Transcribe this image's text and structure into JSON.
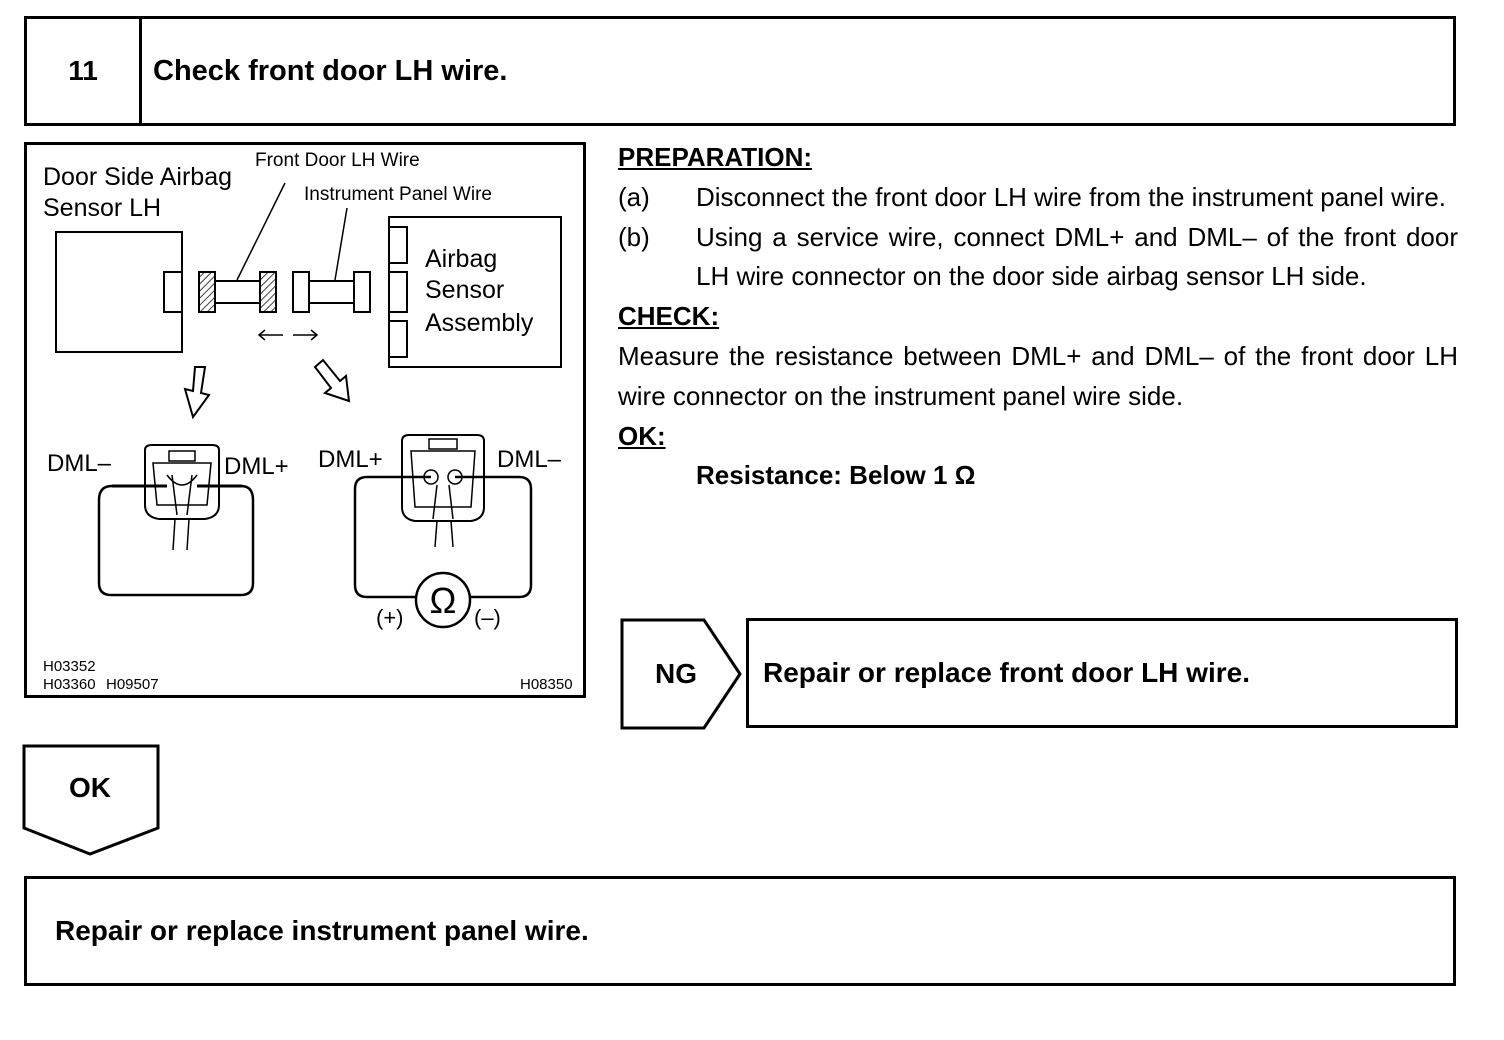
{
  "step": {
    "number": "11",
    "title": "Check front door LH wire."
  },
  "diagram": {
    "labels": {
      "sensor_left_line1": "Door Side Airbag",
      "sensor_left_line2": "Sensor LH",
      "front_door_wire": "Front Door LH Wire",
      "instrument_panel_wire": "Instrument Panel Wire",
      "assembly_line1": "Airbag",
      "assembly_line2": "Sensor",
      "assembly_line3": "Assembly",
      "dml_minus_left": "DML–",
      "dml_plus_left": "DML+",
      "dml_plus_right": "DML+",
      "dml_minus_right": "DML–",
      "ohm_symbol": "Ω",
      "meter_plus": "(+)",
      "meter_minus": "(–)",
      "code1": "H03352",
      "code2": "H03360",
      "code3": "H09507",
      "code4": "H08350"
    }
  },
  "preparation": {
    "heading": "PREPARATION:",
    "items": [
      {
        "label": "(a)",
        "text": "Disconnect the front door LH wire from the instrument panel wire."
      },
      {
        "label": "(b)",
        "text": "Using a service wire, connect DML+ and DML– of the front door LH wire connector on the door side airbag sensor LH side."
      }
    ]
  },
  "check": {
    "heading": "CHECK:",
    "text": "Measure the resistance between DML+ and DML– of the front door LH wire connector on the instrument panel wire side."
  },
  "ok_spec": {
    "heading": "OK:",
    "spec": "Resistance: Below 1 Ω"
  },
  "ng_branch": {
    "label": "NG",
    "action": "Repair or replace front door LH wire."
  },
  "ok_branch": {
    "label": "OK",
    "action": "Repair or replace instrument panel wire."
  }
}
